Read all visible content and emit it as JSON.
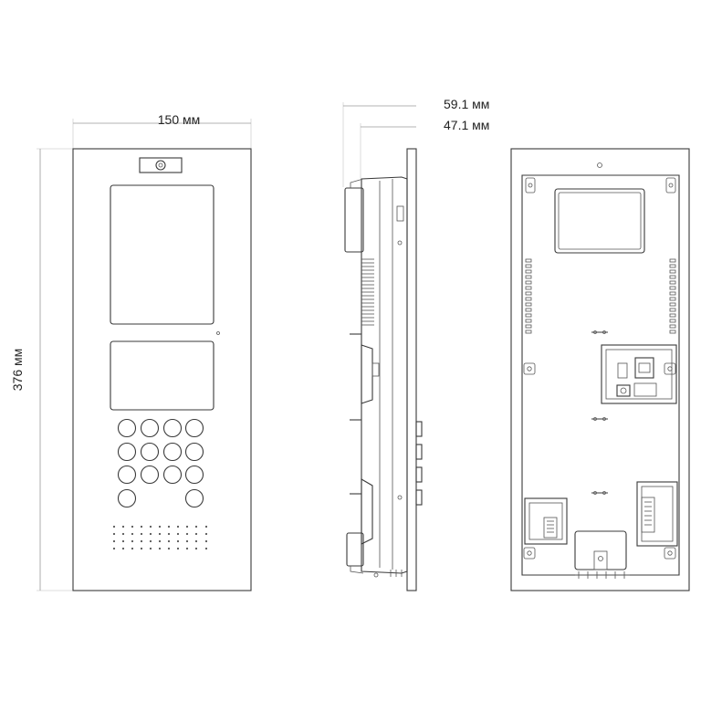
{
  "dimensions": {
    "width": "150 мм",
    "height": "376 мм",
    "depth_total": "59.1 мм",
    "depth_body": "47.1 мм"
  },
  "views": {
    "front": {
      "keypad_rows": 4,
      "keypad_cols": 4
    },
    "side": {},
    "back": {}
  },
  "colors": {
    "outline": "#3a3a3a",
    "dimension_line": "#9a9a9a",
    "extension_line": "#d2d2d2",
    "background": "#ffffff"
  }
}
